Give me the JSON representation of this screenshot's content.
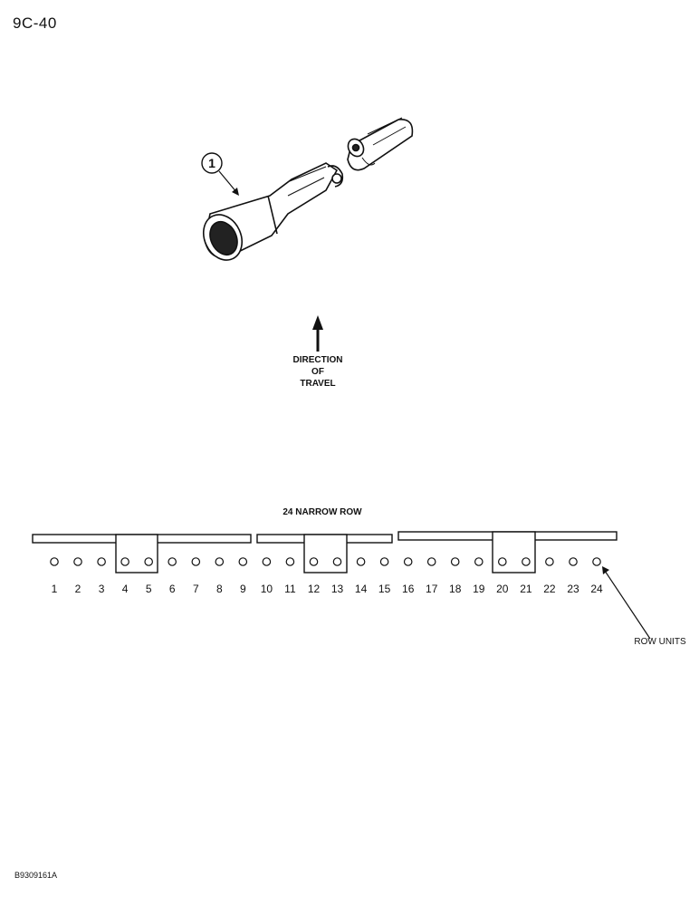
{
  "page": {
    "number": "9C-40",
    "doc_code": "B9309161A"
  },
  "callout": {
    "label": "1"
  },
  "direction": {
    "line1": "DIRECTION",
    "line2": "OF",
    "line3": "TRAVEL"
  },
  "planter": {
    "title": "24 NARROW ROW",
    "row_numbers": [
      "1",
      "2",
      "3",
      "4",
      "5",
      "6",
      "7",
      "8",
      "9",
      "10",
      "11",
      "12",
      "13",
      "14",
      "15",
      "16",
      "17",
      "18",
      "19",
      "20",
      "21",
      "22",
      "23",
      "24"
    ],
    "row_units_label": "ROW UNITS",
    "bracketed_pairs": [
      [
        4,
        5
      ],
      [
        12,
        13
      ],
      [
        20,
        21
      ]
    ]
  }
}
